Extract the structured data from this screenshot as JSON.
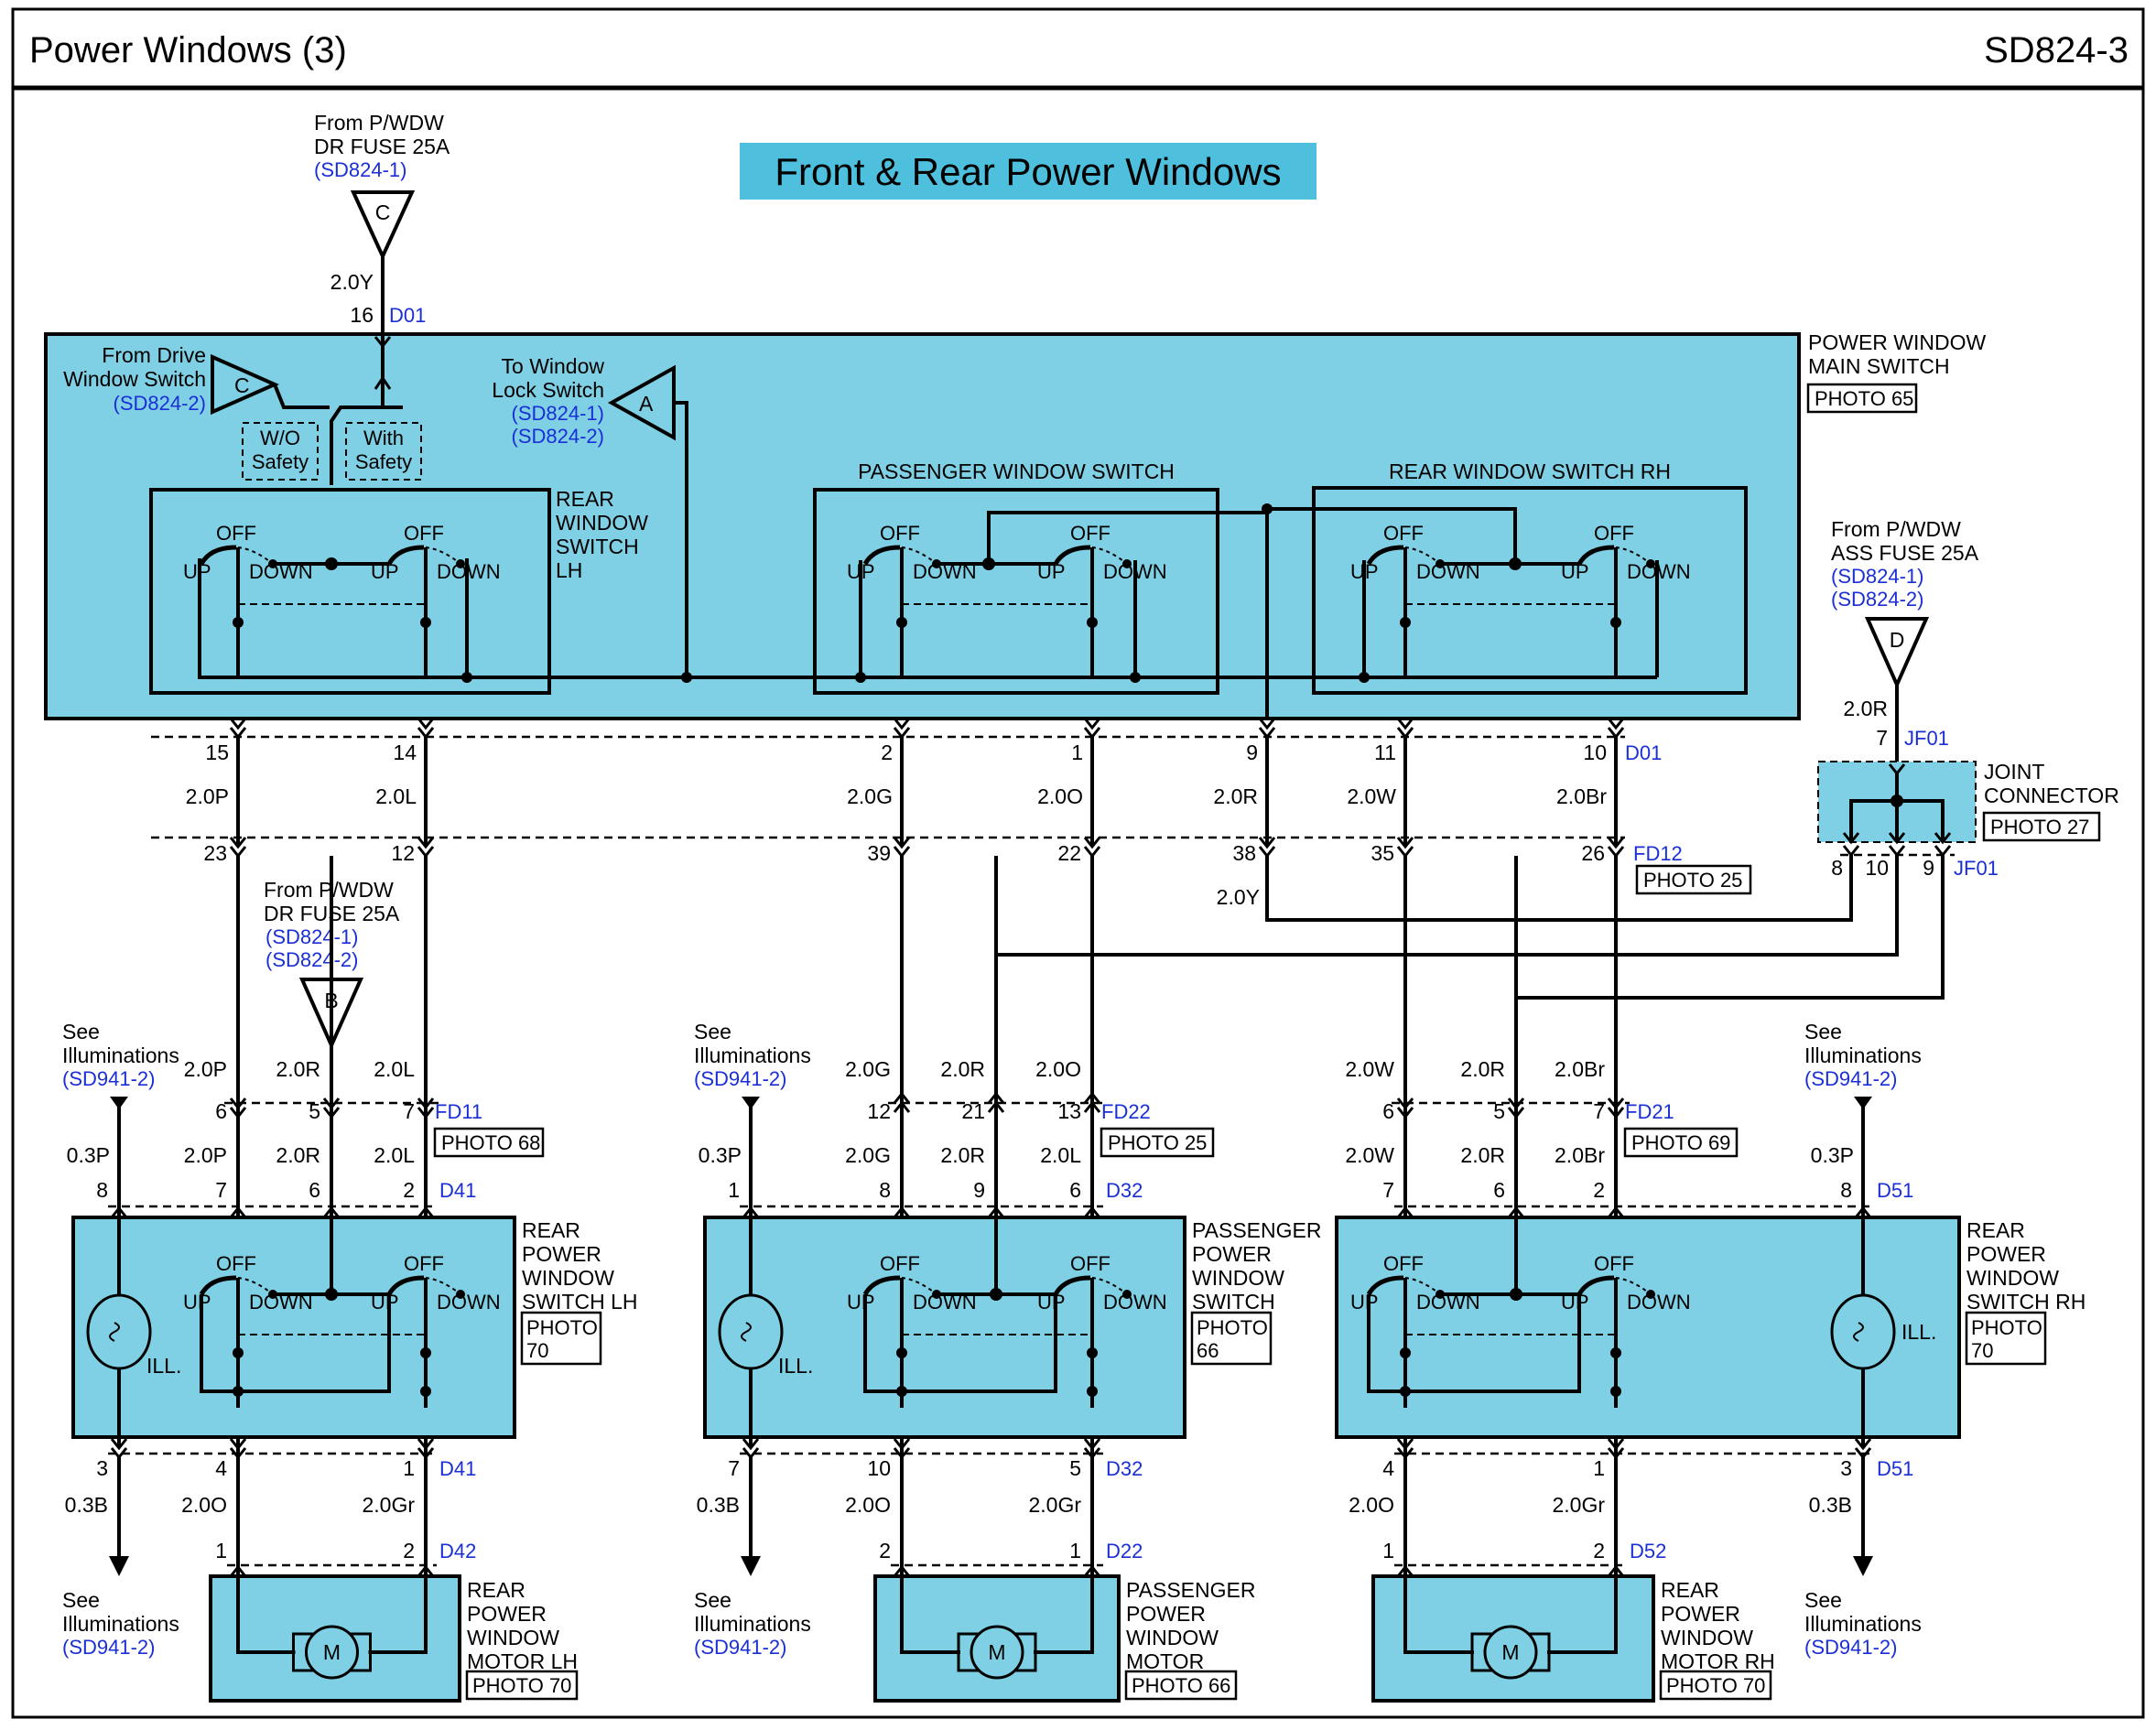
{
  "page": {
    "title": "Power Windows (3)",
    "code": "SD824-3",
    "banner": "Front & Rear Power Windows",
    "banner_color": "#4ec0dd",
    "module_color": "#7fd0e4",
    "ref_color": "#1a2fd6"
  },
  "sources": {
    "top_fuse": {
      "l1": "From P/WDW",
      "l2": "DR FUSE 25A",
      "ref": "(SD824-1)",
      "letter": "C",
      "wire": "2.0Y",
      "pin": "16",
      "conn": "D01"
    },
    "drive_switch": {
      "l1": "From Drive",
      "l2": "Window Switch",
      "ref": "(SD824-2)",
      "letter": "C"
    },
    "lock_switch": {
      "l1": "To Window",
      "l2": "Lock Switch",
      "ref1": "(SD824-1)",
      "ref2": "(SD824-2)",
      "letter": "A"
    },
    "ass_fuse": {
      "l1": "From P/WDW",
      "l2": "ASS FUSE 25A",
      "ref1": "(SD824-1)",
      "ref2": "(SD824-2)",
      "letter": "D",
      "wire": "2.0R",
      "pin": "7",
      "conn": "JF01"
    },
    "dr_fuse_b": {
      "l1": "From P/WDW",
      "l2": "DR FUSE 25A",
      "ref1": "(SD824-1)",
      "ref2": "(SD824-2)",
      "letter": "B"
    }
  },
  "safety": {
    "wo1": "W/O",
    "wo2": "Safety",
    "w1": "With",
    "w2": "Safety"
  },
  "main_switch": {
    "l1": "POWER WINDOW",
    "l2": "MAIN SWITCH",
    "photo": "PHOTO 65",
    "rear_lh": {
      "l1": "REAR",
      "l2": "WINDOW",
      "l3": "SWITCH",
      "l4": "LH"
    },
    "passenger": "PASSENGER WINDOW SWITCH",
    "rear_rh": "REAR WINDOW SWITCH RH"
  },
  "switch_words": {
    "off": "OFF",
    "up": "UP",
    "down": "DOWN",
    "ill": "ILL.",
    "motor": "M"
  },
  "joint": {
    "l1": "JOINT",
    "l2": "CONNECTOR",
    "photo": "PHOTO 27",
    "conn": "JF01",
    "pin_a": "8",
    "pin_b": "10",
    "pin_c": "9"
  },
  "row1": {
    "pins": [
      "15",
      "14",
      "2",
      "1",
      "9",
      "11",
      "10"
    ],
    "conn": "D01",
    "wires": [
      "2.0P",
      "2.0L",
      "2.0G",
      "2.0O",
      "2.0R",
      "2.0W",
      "2.0Br"
    ]
  },
  "row2": {
    "pins": [
      "23",
      "12",
      "39",
      "22",
      "38",
      "35",
      "26"
    ],
    "conn": "FD12",
    "photo": "PHOTO 25",
    "y_wire": "2.0Y"
  },
  "illum": {
    "l1": "See",
    "l2": "Illuminations",
    "ref": "(SD941-2)"
  },
  "groups": [
    {
      "wires_a": [
        "2.0P",
        "2.0R",
        "2.0L"
      ],
      "pins_a": [
        "6",
        "5",
        "7"
      ],
      "conn_a": "FD11",
      "photo_a": "PHOTO 68",
      "wires_b": [
        "0.3P",
        "2.0P",
        "2.0R",
        "2.0L"
      ],
      "pins_b": [
        "8",
        "7",
        "6",
        "2"
      ],
      "conn_b": "D41",
      "name": [
        "REAR",
        "POWER",
        "WINDOW",
        "SWITCH LH"
      ],
      "photo": [
        "PHOTO",
        "70"
      ],
      "pins_c": [
        "3",
        "4",
        "1"
      ],
      "conn_c": "D41",
      "wires_c": [
        "0.3B",
        "2.0O",
        "2.0Gr"
      ],
      "pins_d": [
        "1",
        "2"
      ],
      "conn_d": "D42",
      "motor": [
        "REAR",
        "POWER",
        "WINDOW",
        "MOTOR LH"
      ],
      "motor_photo": "PHOTO 70"
    },
    {
      "wires_a": [
        "2.0G",
        "2.0R",
        "2.0O"
      ],
      "pins_a": [
        "12",
        "21",
        "13"
      ],
      "conn_a": "FD22",
      "photo_a": "PHOTO 25",
      "wires_b": [
        "0.3P",
        "2.0G",
        "2.0R",
        "2.0L"
      ],
      "pins_b": [
        "1",
        "8",
        "9",
        "6"
      ],
      "conn_b": "D32",
      "name": [
        "PASSENGER",
        "POWER",
        "WINDOW",
        "SWITCH"
      ],
      "photo": [
        "PHOTO",
        "66"
      ],
      "pins_c": [
        "7",
        "10",
        "5"
      ],
      "conn_c": "D32",
      "wires_c": [
        "0.3B",
        "2.0O",
        "2.0Gr"
      ],
      "pins_d": [
        "2",
        "1"
      ],
      "conn_d": "D22",
      "motor": [
        "PASSENGER",
        "POWER",
        "WINDOW",
        "MOTOR"
      ],
      "motor_photo": "PHOTO 66"
    },
    {
      "wires_a": [
        "2.0W",
        "2.0R",
        "2.0Br"
      ],
      "pins_a": [
        "6",
        "5",
        "7"
      ],
      "conn_a": "FD21",
      "photo_a": "PHOTO 69",
      "wires_b": [
        "2.0W",
        "2.0R",
        "2.0Br",
        "0.3P"
      ],
      "pins_b": [
        "7",
        "6",
        "2",
        "8"
      ],
      "conn_b": "D51",
      "name": [
        "REAR",
        "POWER",
        "WINDOW",
        "SWITCH RH"
      ],
      "photo": [
        "PHOTO",
        "70"
      ],
      "pins_c": [
        "4",
        "1",
        "3"
      ],
      "conn_c": "D51",
      "wires_c": [
        "2.0O",
        "2.0Gr",
        "0.3B"
      ],
      "pins_d": [
        "1",
        "2"
      ],
      "conn_d": "D52",
      "motor": [
        "REAR",
        "POWER",
        "WINDOW",
        "MOTOR RH"
      ],
      "motor_photo": "PHOTO 70"
    }
  ]
}
